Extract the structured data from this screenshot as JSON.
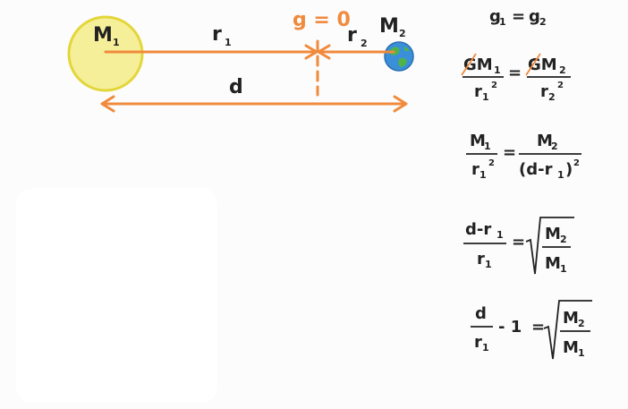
{
  "diagram": {
    "mass_1_label": "M",
    "mass_1_sub": "1",
    "mass_2_label": "M",
    "mass_2_sub": "2",
    "distance_r1_label": "r",
    "distance_r1_sub": "1",
    "distance_r2_label": "r",
    "distance_r2_sub": "2",
    "distance_d_label": "d",
    "null_point_label": "g = 0"
  },
  "equations": {
    "eq1": {
      "left": "g",
      "left_sub": "1",
      "equals": "=",
      "right": "g",
      "right_sub": "2"
    },
    "eq2": {
      "num_left": "GM",
      "num_left_sub": "1",
      "den_left": "r",
      "den_left_sub": "1",
      "den_left_sup": "2",
      "equals": "=",
      "num_right": "GM",
      "num_right_sub": "2",
      "den_right": "r",
      "den_right_sub": "2",
      "den_right_sup": "2"
    },
    "eq3": {
      "num_left": "M",
      "num_left_sub": "1",
      "den_left": "r",
      "den_left_sub": "1",
      "den_left_sup": "2",
      "equals": "=",
      "num_right": "M",
      "num_right_sub": "2",
      "den_right": "(d-r",
      "den_right_sub": "1",
      "den_right_close": ")",
      "den_right_sup": "2"
    },
    "eq4": {
      "num_left": "d-r",
      "num_left_sub": "1",
      "den_left": "r",
      "den_left_sub": "1",
      "equals": "=",
      "root_num": "M",
      "root_num_sub": "2",
      "root_den": "M",
      "root_den_sub": "1"
    },
    "eq5": {
      "num_left": "d",
      "den_left": "r",
      "den_left_sub": "1",
      "minus_one": "- 1",
      "equals": "=",
      "root_num": "M",
      "root_num_sub": "2",
      "root_den": "M",
      "root_den_sub": "1"
    }
  },
  "colors": {
    "orange": "#f08a3c",
    "sun_fill": "#f6ef9a",
    "sun_stroke": "#e3d63a",
    "earth_ocean": "#3a8fd8",
    "earth_land": "#4fb34a"
  }
}
